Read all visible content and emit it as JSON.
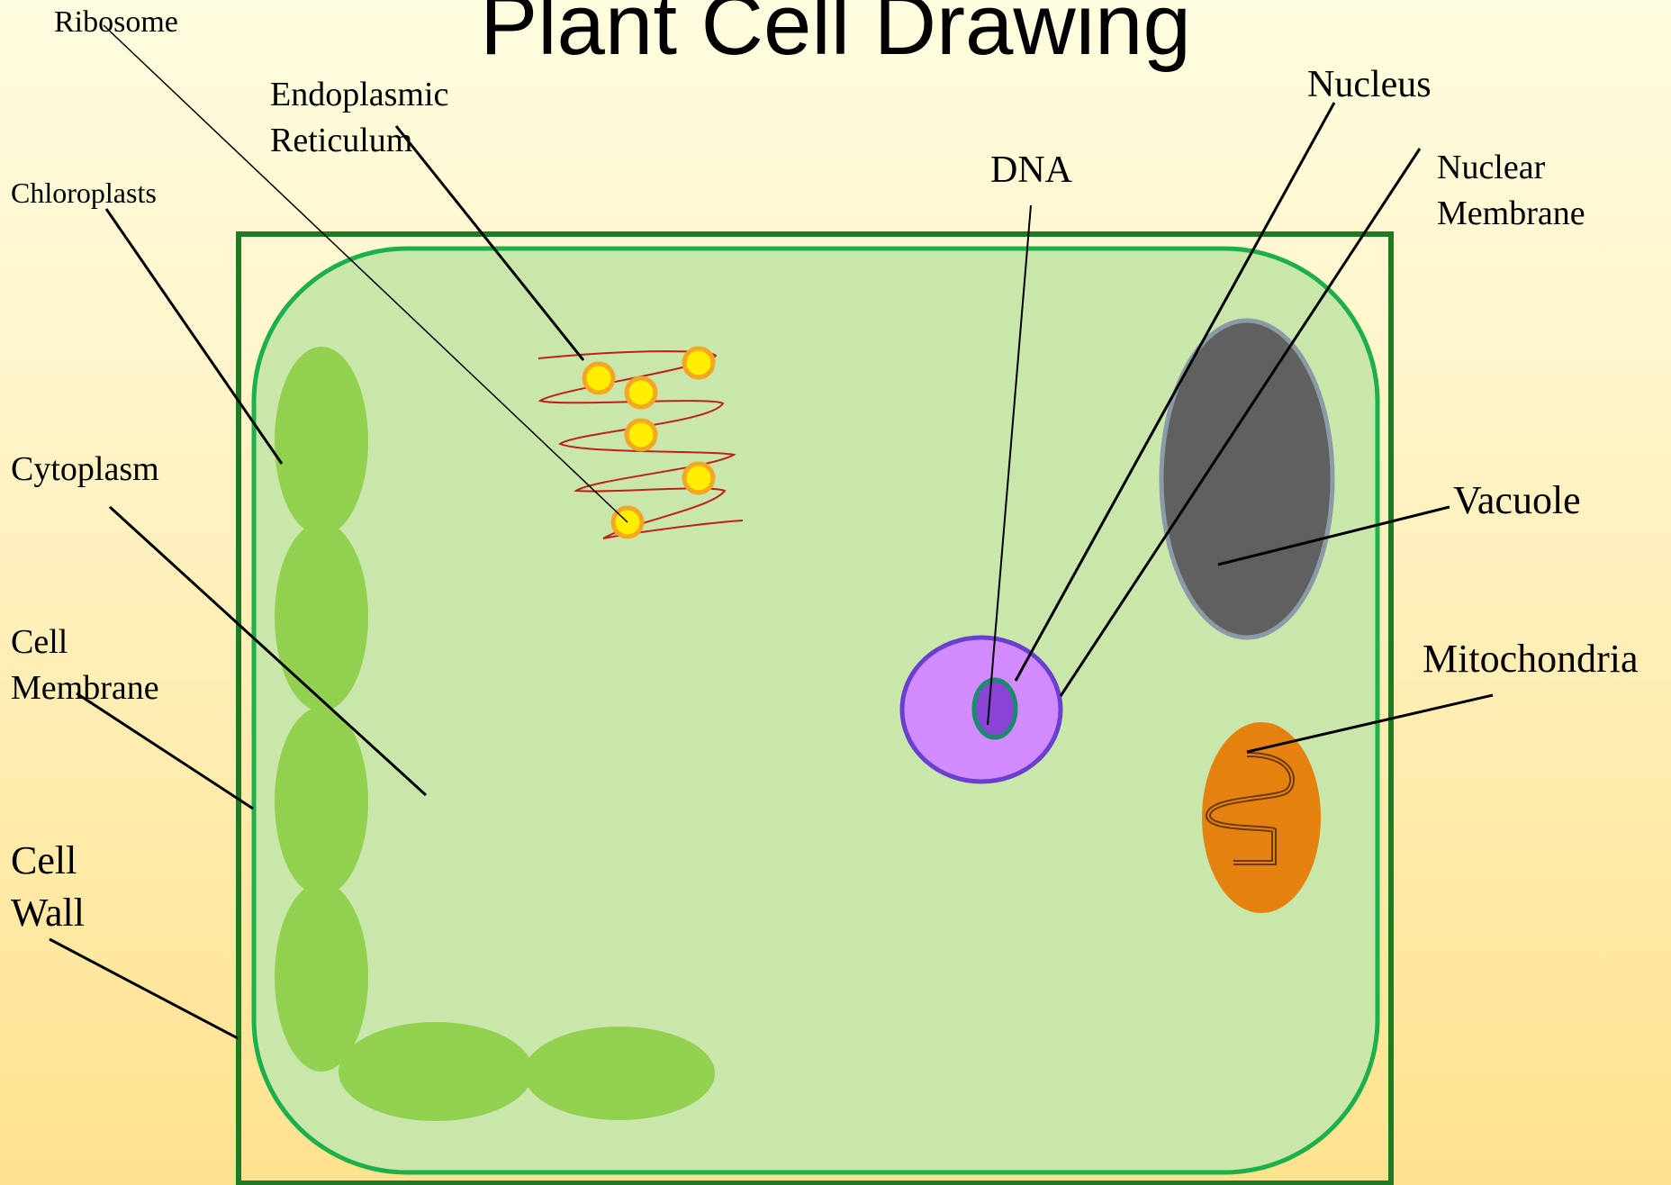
{
  "title": "Plant Cell Drawing",
  "labels": {
    "ribosome": "Ribosome",
    "er_line1": "Endoplasmic",
    "er_line2": "Reticulum",
    "chloroplasts": "Chloroplasts",
    "cytoplasm": "Cytoplasm",
    "cell_membrane_line1": "Cell",
    "cell_membrane_line2": "Membrane",
    "cell_wall_line1": "Cell",
    "cell_wall_line2": "Wall",
    "dna": "DNA",
    "nucleus": "Nucleus",
    "nuclear_membrane_line1": "Nuclear",
    "nuclear_membrane_line2": "Membrane",
    "vacuole": "Vacuole",
    "mitochondria": "Mitochondria"
  },
  "colors": {
    "cell_wall": "#1f7a24",
    "cell_membrane": "#1db04a",
    "cytoplasm": "#c9e6ab",
    "chloroplast": "#92d050",
    "vacuole": "#606060",
    "vacuole_border": "#8a9aa6",
    "nucleus": "#d28cff",
    "nucleus_border": "#6a3fcf",
    "nucleolus": "#8a45d6",
    "nucleolus_border": "#1a8c6e",
    "mitochondria": "#e5820f",
    "er": "#c0201a",
    "ribosome": "#ffee00",
    "ribosome_border": "#f5a623"
  }
}
